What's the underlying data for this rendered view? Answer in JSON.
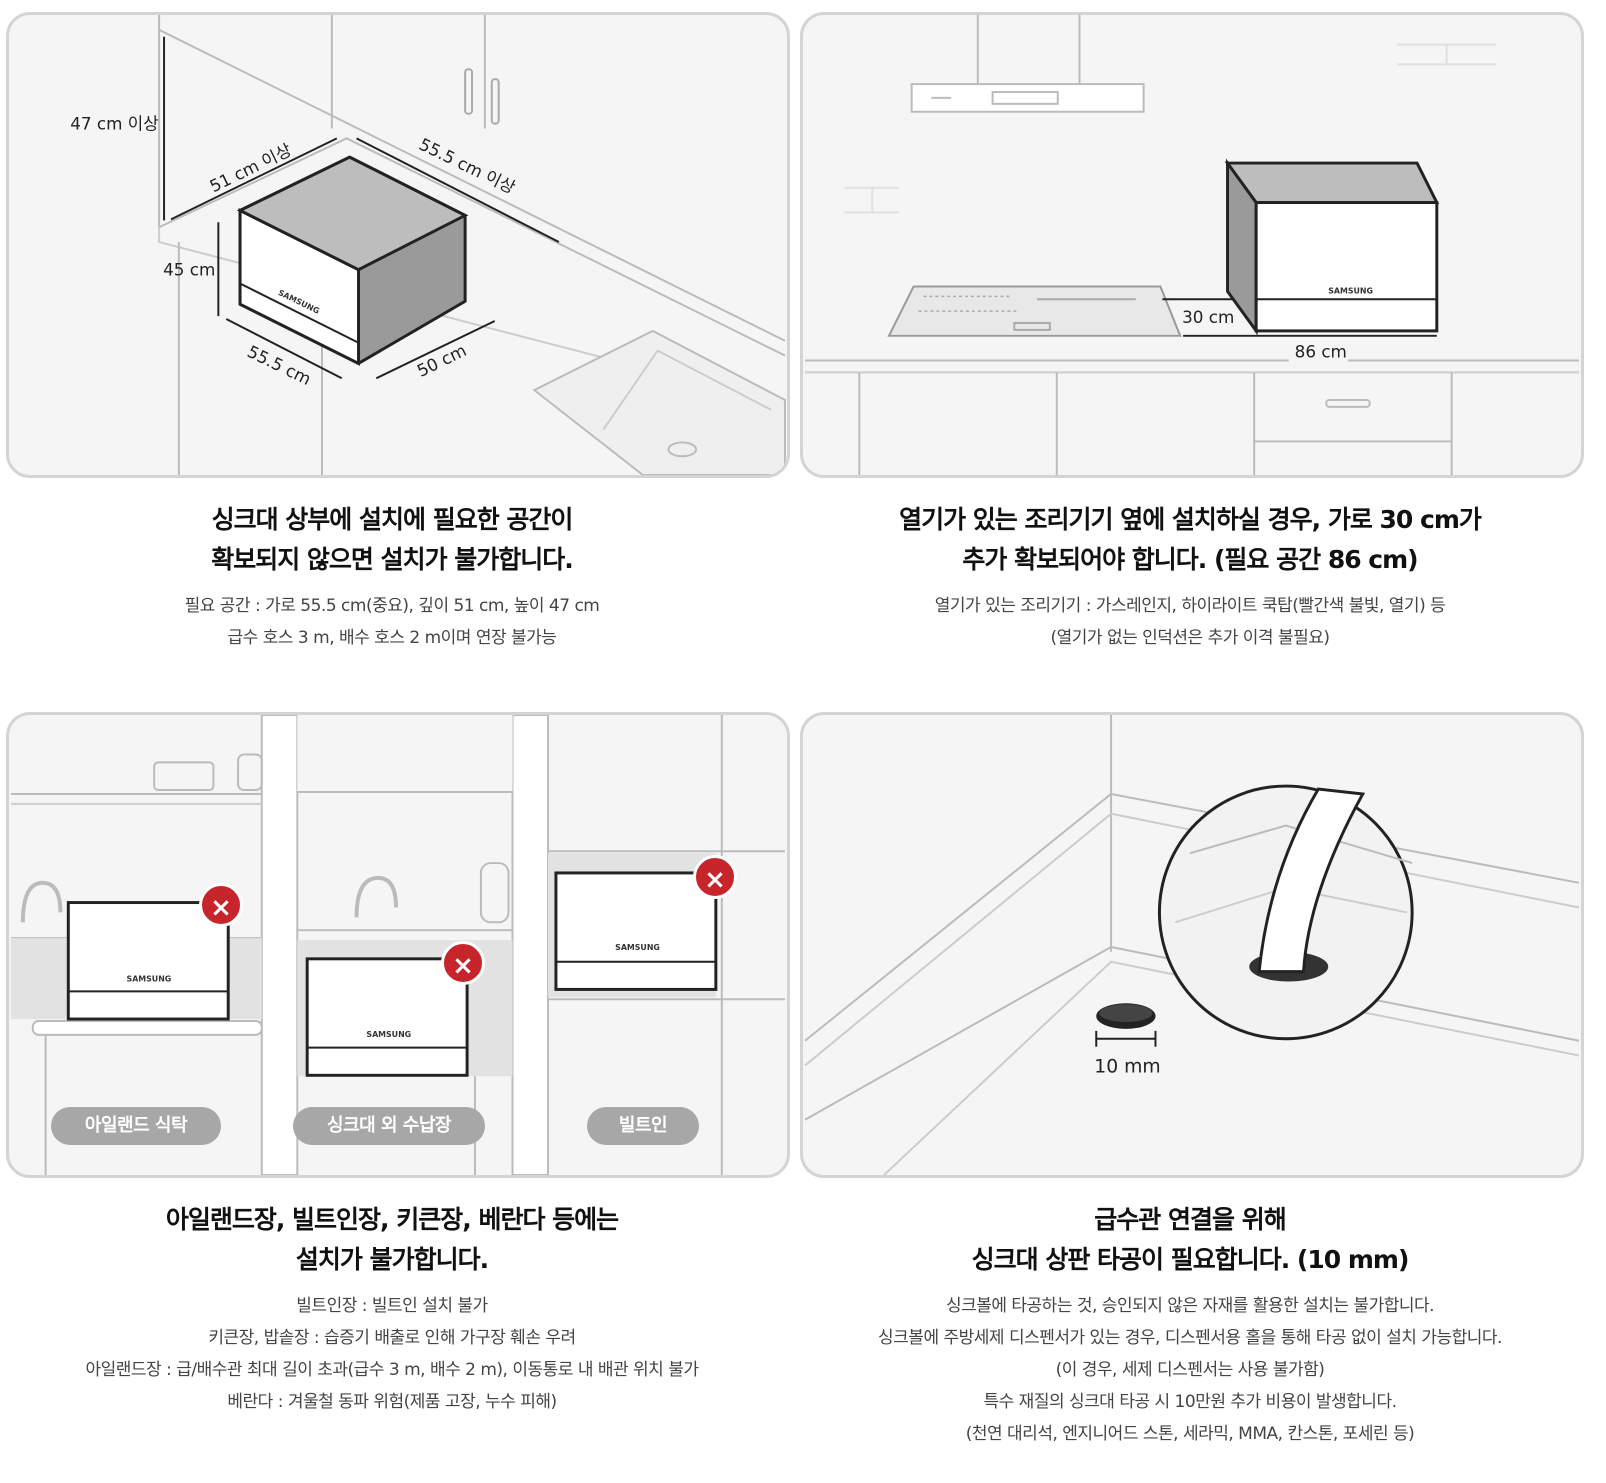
{
  "panels": {
    "p1": {
      "labels": {
        "height_clearance": "47 cm 이상",
        "depth_clearance": "51 cm 이상",
        "width_clearance": "55.5 cm 이상",
        "unit_height": "45 cm",
        "unit_width": "55.5 cm",
        "unit_depth": "50 cm",
        "brand": "SAMSUNG"
      },
      "title": [
        "싱크대 상부에 설치에 필요한 공간이",
        "확보되지 않으면 설치가 불가합니다."
      ],
      "body": [
        "필요 공간 : 가로 55.5 cm(중요), 깊이 51 cm, 높이 47 cm",
        "급수 호스 3 m, 배수 호스 2 m이며 연장 불가능"
      ]
    },
    "p2": {
      "labels": {
        "gap": "30 cm",
        "total": "86 cm",
        "brand": "SAMSUNG"
      },
      "title": [
        "열기가 있는 조리기기 옆에 설치하실 경우, 가로 30 cm가",
        "추가 확보되어야 합니다. (필요 공간 86 cm)"
      ],
      "body": [
        "열기가 있는 조리기기 : 가스레인지, 하이라이트 쿡탑(빨간색 불빛, 열기) 등",
        "(열기가 없는 인덕션은 추가 이격 불필요)"
      ]
    },
    "p3": {
      "pills": [
        "아일랜드 식탁",
        "싱크대 외 수납장",
        "빌트인"
      ],
      "x_mark": "×",
      "brand": "SAMSUNG",
      "title": [
        "아일랜드장, 빌트인장, 키큰장, 베란다 등에는",
        "설치가 불가합니다."
      ],
      "body": [
        "빌트인장 : 빌트인 설치 불가",
        "키큰장, 밥솥장 : 습증기 배출로 인해 가구장 훼손 우려",
        "아일랜드장 : 급/배수관 최대 길이 초과(급수 3 m, 배수 2 m), 이동통로 내 배관 위치 불가",
        "베란다 : 겨울철 동파 위험(제품 고장, 누수 피해)"
      ]
    },
    "p4": {
      "labels": {
        "hole": "10 mm"
      },
      "title": [
        "급수관 연결을 위해",
        "싱크대 상판 타공이 필요합니다. (10 mm)"
      ],
      "body": [
        "싱크볼에 타공하는 것, 승인되지 않은 자재를 활용한 설치는 불가합니다.",
        "싱크볼에 주방세제 디스펜서가 있는 경우, 디스펜서용 홀을 통해 타공 없이 설치 가능합니다.",
        "(이 경우, 세제 디스펜서는 사용 불가함)",
        "특수 재질의 싱크대 타공 시 10만원 추가 비용이 발생합니다.",
        "(천연 대리석, 엔지니어드 스톤, 세라믹, MMA, 칸스톤, 포세린 등)"
      ]
    }
  }
}
